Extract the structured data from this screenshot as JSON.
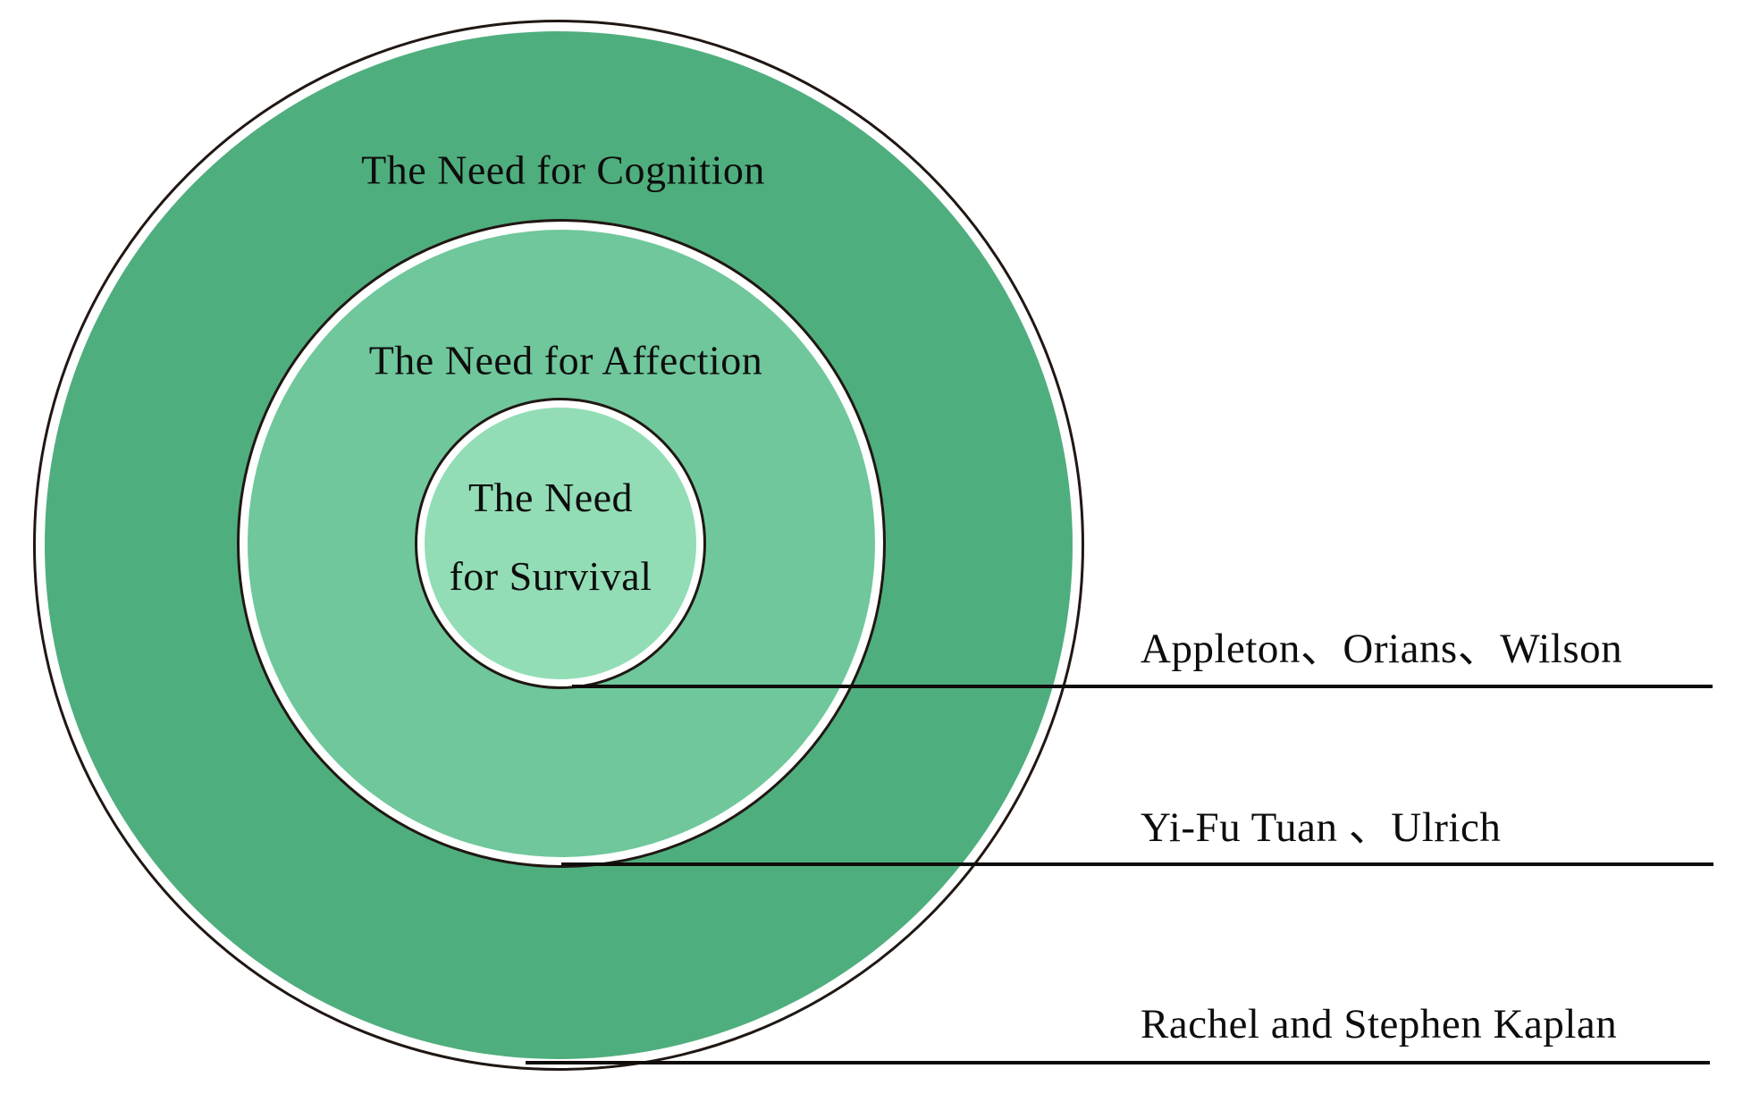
{
  "diagram": {
    "title_hint": "nested-needs-diagram",
    "rings": [
      {
        "id": "cognition",
        "label": "The Need for Cognition",
        "fill_color": "#4fae7d",
        "outline_color": "#201713"
      },
      {
        "id": "affection",
        "label": "The Need for Affection",
        "fill_color": "#6fc79b",
        "outline_color": "#201713"
      },
      {
        "id": "survival",
        "label_line1": "The Need",
        "label_line2": "for Survival",
        "fill_color": "#92ddb5",
        "outline_color": "#201713"
      }
    ],
    "annotations": [
      {
        "label": "Appleton、Orians、Wilson",
        "points_to": "survival"
      },
      {
        "label": "Yi-Fu Tuan 、Ulrich",
        "points_to": "affection"
      },
      {
        "label": "Rachel and Stephen Kaplan",
        "points_to": "cognition"
      }
    ],
    "colors": {
      "background": "#ffffff",
      "leader_line": "#0f0c0a",
      "text": "#0d0d0d",
      "gap_ring": "#ffffff"
    }
  }
}
